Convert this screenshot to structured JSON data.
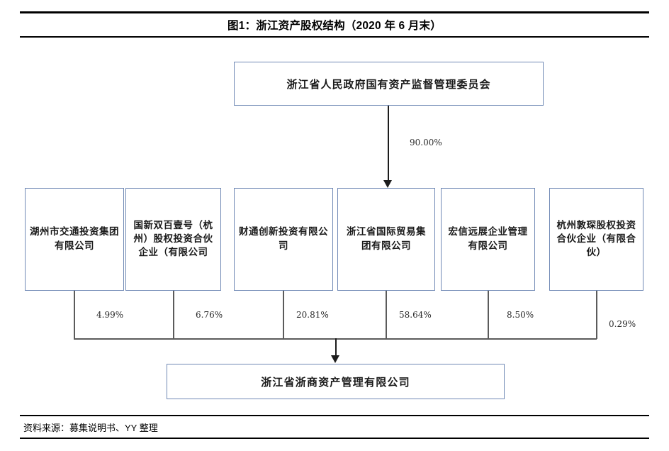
{
  "figure": {
    "title": "图1：浙江资产股权结构（2020 年 6 月末）",
    "source": "资料来源：募集说明书、YY 整理"
  },
  "colors": {
    "node_border": "#7089b5",
    "node_fill": "#ffffff",
    "connector": "#5b5b5b",
    "arrow": "#1c1c1c",
    "rule": "#000000"
  },
  "chart_data": {
    "type": "diagram",
    "subtype": "org-ownership-structure",
    "title": "图1：浙江资产股权结构（2020 年 6 月末）",
    "nodes": [
      {
        "id": "controller",
        "level": "top",
        "label": "浙江省人民政府国有资产监督管理委员会"
      },
      {
        "id": "sh1",
        "level": "middle",
        "label": "湖州市交通投资集团有限公司"
      },
      {
        "id": "sh2",
        "level": "middle",
        "label": "国新双百壹号（杭州）股权投资合伙企业（有限公司"
      },
      {
        "id": "sh3",
        "level": "middle",
        "label": "财通创新投资有限公司"
      },
      {
        "id": "sh4",
        "level": "middle",
        "label": "浙江省国际贸易集团有限公司"
      },
      {
        "id": "sh5",
        "level": "middle",
        "label": "宏信远展企业管理有限公司"
      },
      {
        "id": "sh6",
        "level": "middle",
        "label": "杭州敦琛股权投资合伙企业（有限合伙）"
      },
      {
        "id": "target",
        "level": "bottom",
        "label": "浙江省浙商资产管理有限公司"
      }
    ],
    "edges": [
      {
        "from": "controller",
        "to": "sh4",
        "label": "90.00%",
        "value": 90.0
      },
      {
        "from": "sh1",
        "to": "target",
        "label": "4.99%",
        "value": 4.99
      },
      {
        "from": "sh2",
        "to": "target",
        "label": "6.76%",
        "value": 6.76
      },
      {
        "from": "sh3",
        "to": "target",
        "label": "20.81%",
        "value": 20.81
      },
      {
        "from": "sh4",
        "to": "target",
        "label": "58.64%",
        "value": 58.64
      },
      {
        "from": "sh5",
        "to": "target",
        "label": "8.50%",
        "value": 8.5
      },
      {
        "from": "sh6",
        "to": "target",
        "label": "0.29%",
        "value": 0.29
      }
    ]
  },
  "top_node": {
    "label": "浙江省人民政府国有资产监督管理委员会"
  },
  "edge_controller": {
    "label": "90.00%"
  },
  "shareholders": [
    {
      "label": "湖州市交通投资集团有限公司",
      "pct": "4.99%"
    },
    {
      "label": "国新双百壹号（杭州）股权投资合伙企业（有限公司",
      "pct": "6.76%"
    },
    {
      "label": "财通创新投资有限公司",
      "pct": "20.81%"
    },
    {
      "label": "浙江省国际贸易集团有限公司",
      "pct": "58.64%"
    },
    {
      "label": "宏信远展企业管理有限公司",
      "pct": "8.50%"
    },
    {
      "label": "杭州敦琛股权投资合伙企业（有限合伙）",
      "pct": "0.29%"
    }
  ],
  "bottom_node": {
    "label": "浙江省浙商资产管理有限公司"
  }
}
